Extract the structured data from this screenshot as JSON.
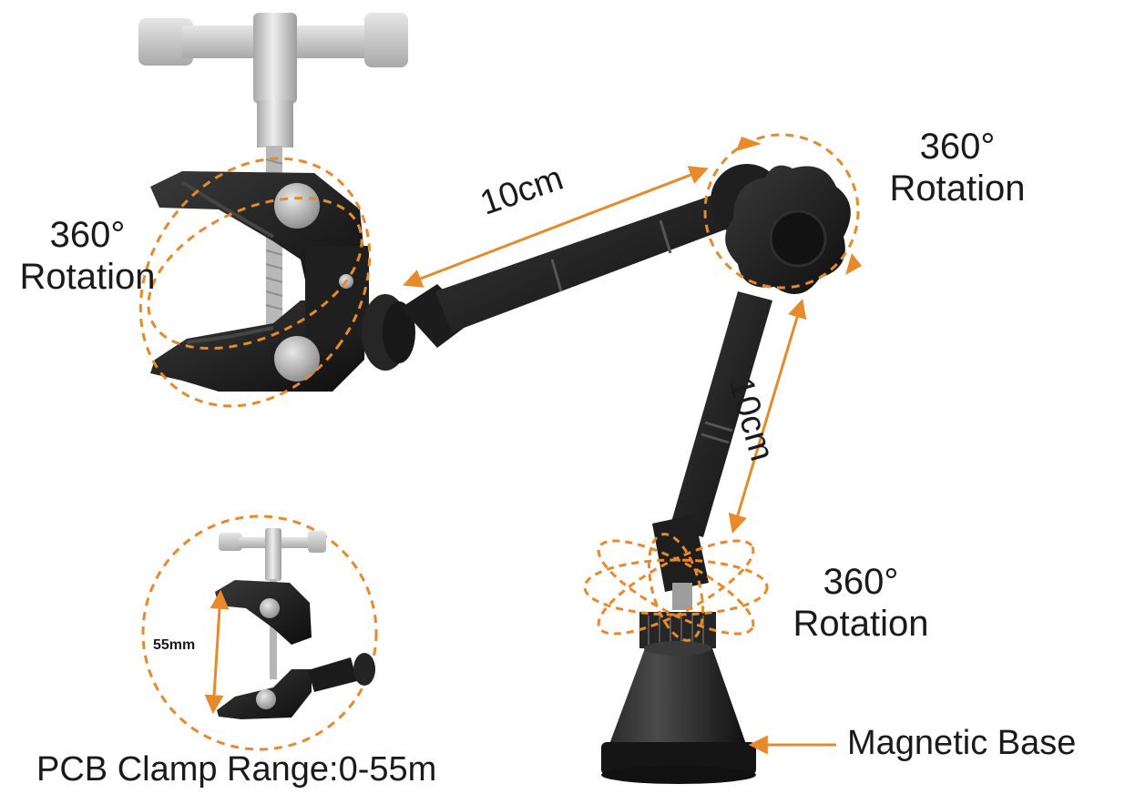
{
  "labels": {
    "rotation_left": {
      "line1": "360°",
      "line2": "Rotation"
    },
    "rotation_right": {
      "line1": "360°",
      "line2": "Rotation"
    },
    "rotation_bottom": {
      "line1": "360°",
      "line2": "Rotation"
    },
    "length_upper_arm": "10cm",
    "length_lower_arm": "10cm",
    "clamp_opening": "55mm",
    "magnetic_base": "Magnetic Base",
    "pcb_clamp_range": "PCB Clamp Range:0-55m"
  },
  "colors": {
    "accent": "#e8892a",
    "metal_black": "#1b1b1b",
    "metal_silver": "#c9c9c9",
    "text": "#1a1a1a"
  }
}
